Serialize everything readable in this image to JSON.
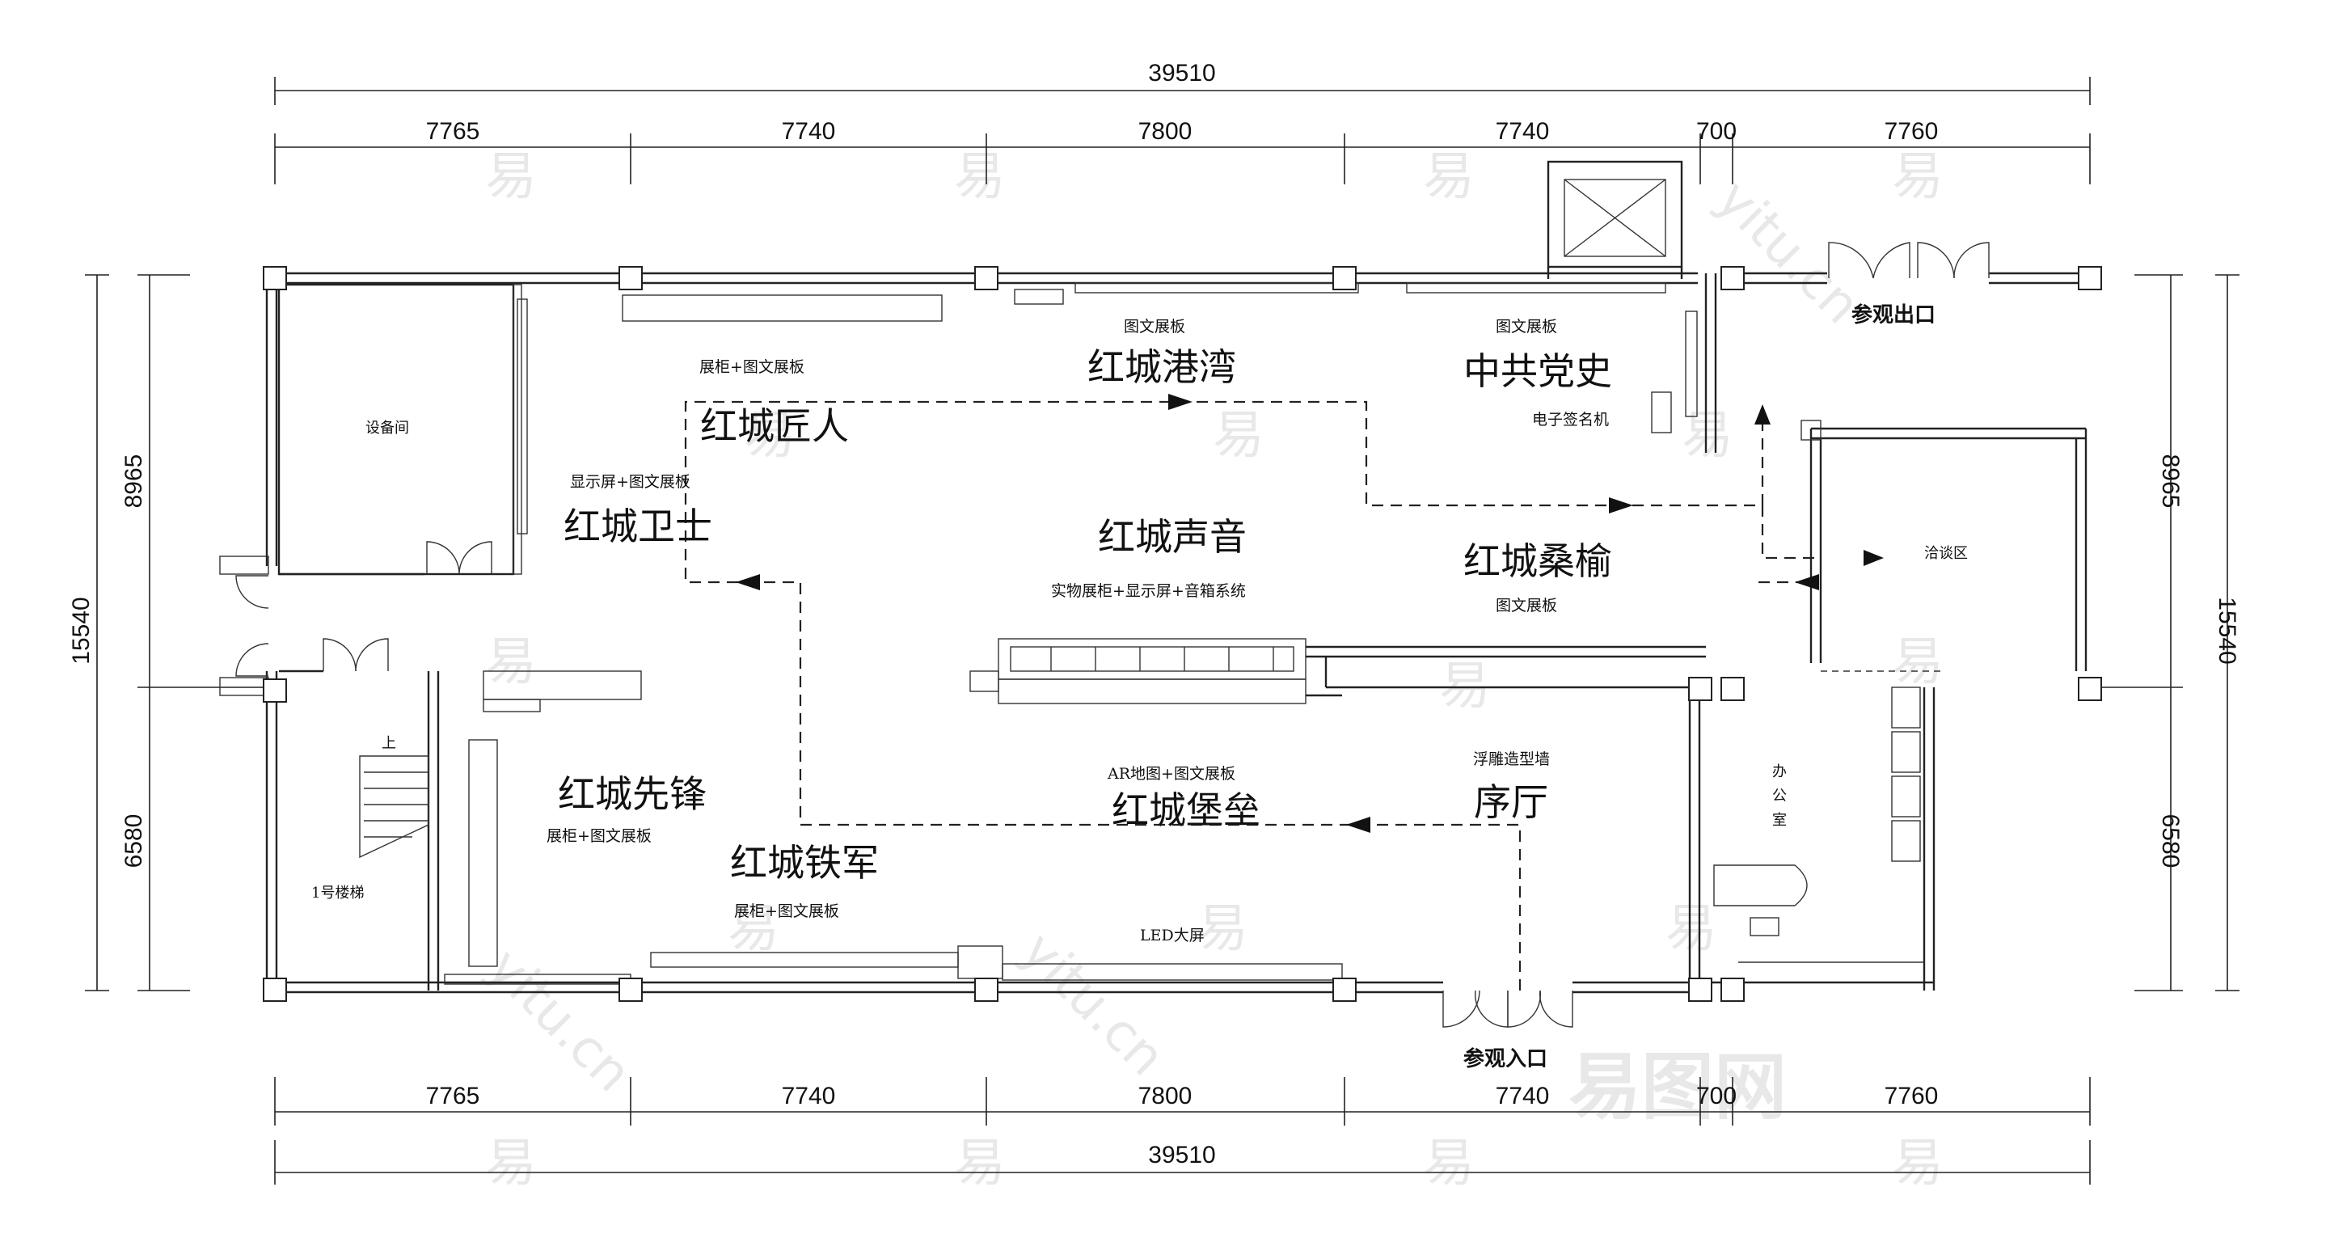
{
  "dimensions": {
    "total_top": "39510",
    "total_bottom": "39510",
    "segments_top": [
      "7765",
      "7740",
      "7800",
      "7740",
      "700",
      "7760"
    ],
    "segments_bottom": [
      "7765",
      "7740",
      "7800",
      "7740",
      "700",
      "7760"
    ],
    "left_total": "15540",
    "left_segments": [
      "8965",
      "6580"
    ],
    "right_total": "15540",
    "right_segments": [
      "8965",
      "6580"
    ]
  },
  "zones": {
    "gangwan": "红城港湾",
    "dangshi": "中共党史",
    "jiangren": "红城匠人",
    "weishi": "红城卫士",
    "shengyin": "红城声音",
    "sangyu": "红城桑榆",
    "xianfeng": "红城先锋",
    "tiejun": "红城铁军",
    "baolei": "红城堡垒",
    "xuting": "序厅"
  },
  "notes": {
    "gangwan_note": "图文展板",
    "dangshi_note": "图文展板",
    "jiangren_note": "展柜+图文展板",
    "weishi_note": "显示屏+图文展板",
    "shengyin_note": "实物展柜+显示屏+音箱系统",
    "sangyu_note": "图文展板",
    "xianfeng_note": "展柜+图文展板",
    "tiejun_note": "展柜+图文展板",
    "baolei_note": "AR地图+图文展板",
    "xuting_note": "浮雕造型墙",
    "led_screen": "LED大屏",
    "e_sign": "电子签名机"
  },
  "rooms": {
    "equipment_room": "设备间",
    "stair": "1号楼梯",
    "stair_up": "上",
    "negotiation": "洽谈区",
    "office_1": "办",
    "office_2": "公",
    "office_3": "室"
  },
  "exits": {
    "visit_exit": "参观出口",
    "visit_entrance": "参观入口"
  },
  "watermark": {
    "char": "易",
    "site": "yitu.cn",
    "brand": "易图网"
  }
}
